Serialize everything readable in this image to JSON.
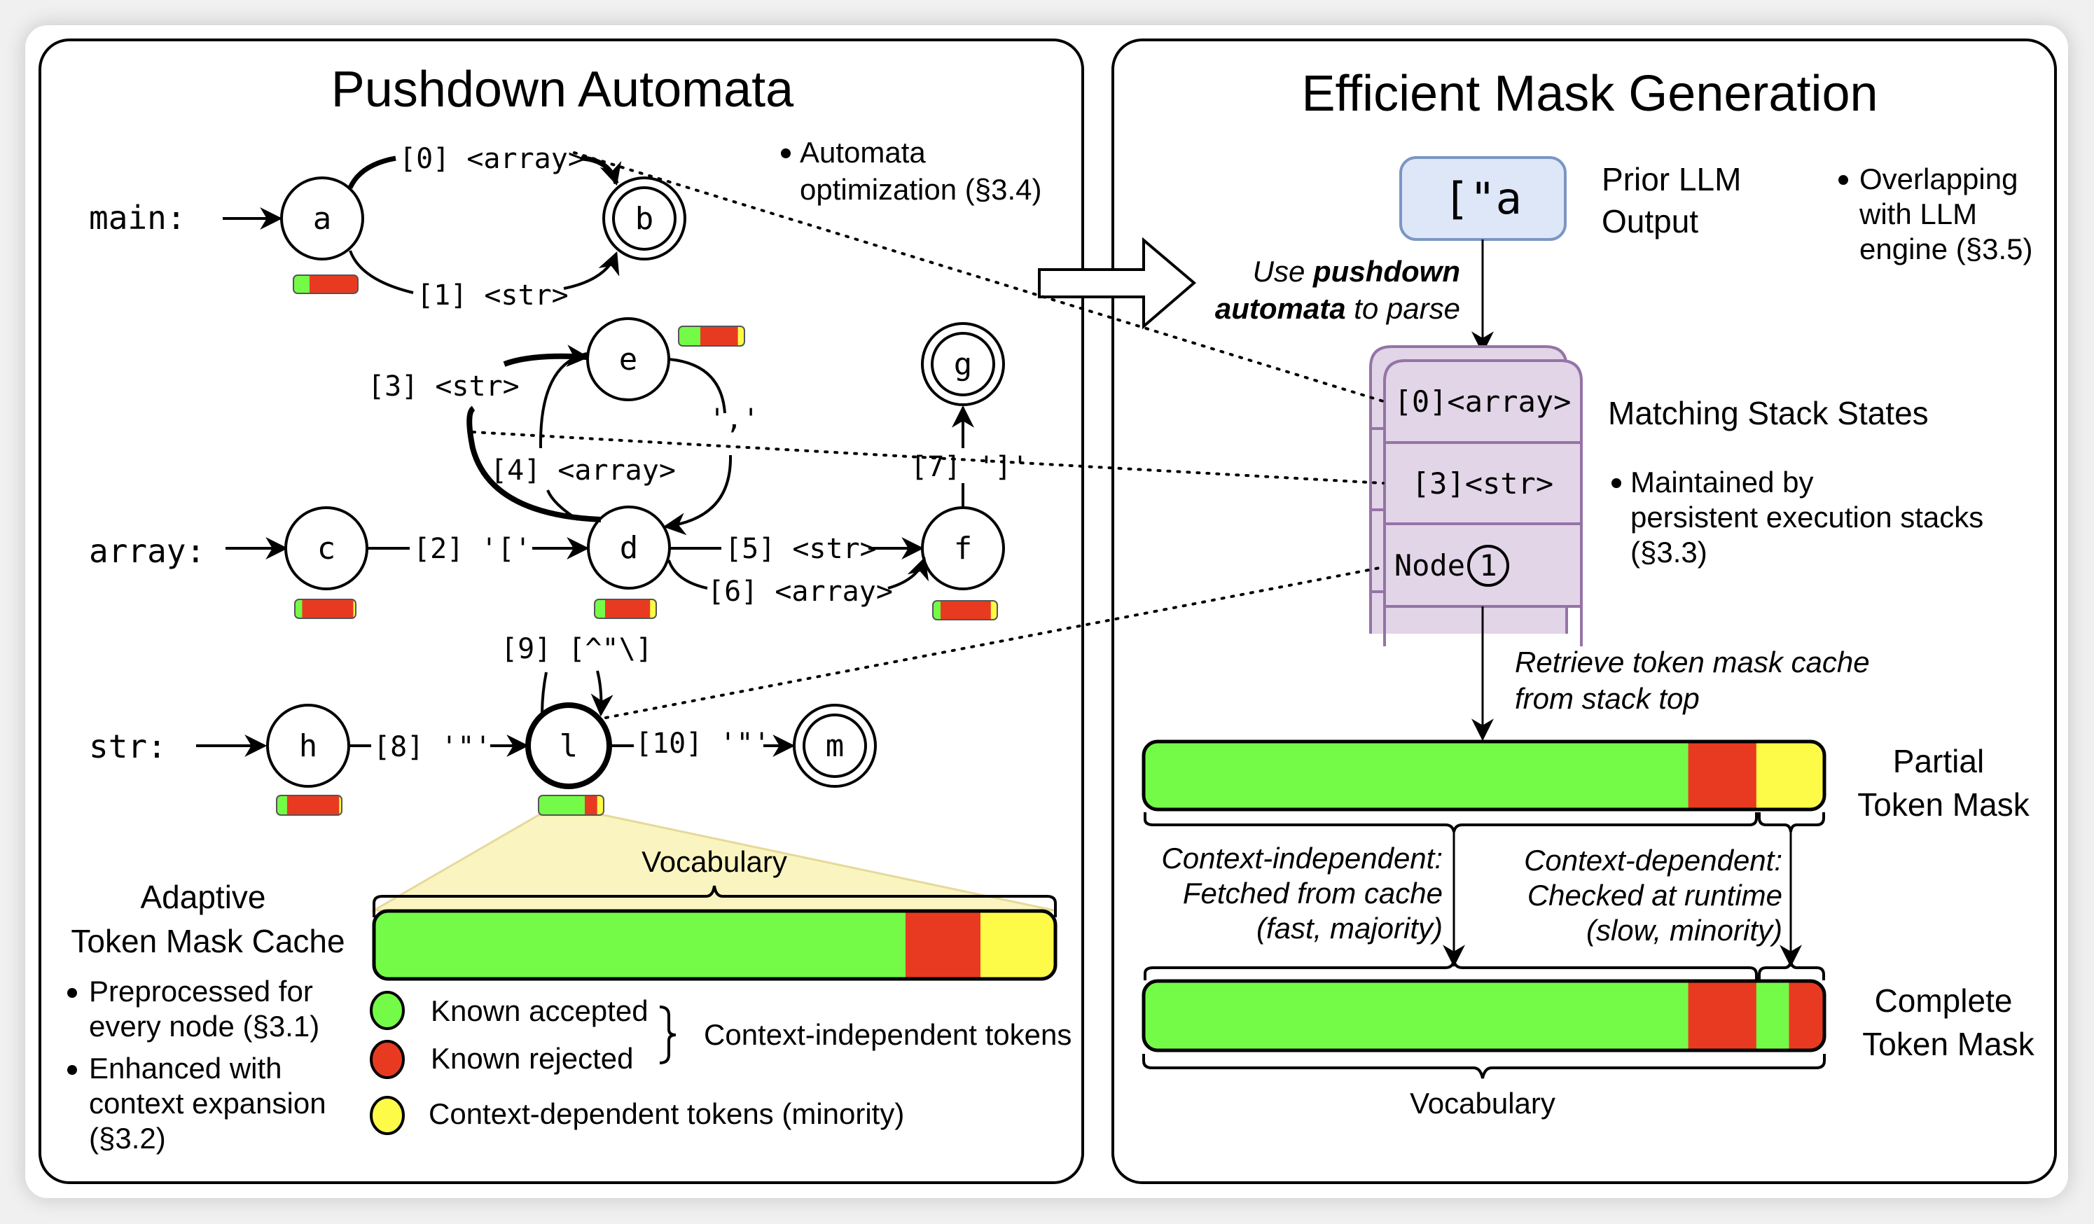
{
  "colors": {
    "accepted": "#74fb48",
    "rejected": "#e83a20",
    "context_dependent": "#fdfb48",
    "llm_box_fill": "#dde7f7",
    "llm_box_stroke": "#7b96c4",
    "stack_fill": "#e1d5e7",
    "stack_stroke": "#9673a6",
    "zoom_fill": "#faf5c0"
  },
  "left_panel": {
    "title": "Pushdown Automata",
    "note": [
      "Automata",
      "optimization (§3.4)"
    ],
    "automata": [
      {
        "name": "main:",
        "nodes": [
          {
            "id": "a",
            "final": false,
            "mask": [
              0.25,
              0.75,
              0
            ]
          },
          {
            "id": "b",
            "final": true,
            "mask": null
          }
        ],
        "edges": [
          {
            "label": "[0] <array>",
            "from": "a",
            "to": "b",
            "bold": true
          },
          {
            "label": "[1] <str>",
            "from": "a",
            "to": "b",
            "bold": false
          }
        ]
      },
      {
        "name": "array:",
        "nodes": [
          {
            "id": "c",
            "final": false,
            "mask": [
              0.12,
              0.84,
              0.04
            ]
          },
          {
            "id": "d",
            "final": false,
            "mask": [
              0.17,
              0.73,
              0.1
            ]
          },
          {
            "id": "e",
            "final": false,
            "mask": [
              0.33,
              0.57,
              0.1
            ]
          },
          {
            "id": "f",
            "final": false,
            "mask": [
              0.12,
              0.78,
              0.1
            ]
          },
          {
            "id": "g",
            "final": true,
            "mask": null
          }
        ],
        "edges": [
          {
            "label": "[2] '['",
            "from": "c",
            "to": "d",
            "bold": false
          },
          {
            "label": "[3] <str>",
            "from": "d",
            "to": "e",
            "bold": true
          },
          {
            "label": "[4] <array>",
            "from": "d",
            "to": "e",
            "bold": false
          },
          {
            "label": "','",
            "from": "e",
            "to": "d",
            "bold": false
          },
          {
            "label": "[5] <str>",
            "from": "d",
            "to": "f",
            "bold": false
          },
          {
            "label": "[6] <array>",
            "from": "d",
            "to": "f",
            "bold": false
          },
          {
            "label": "[7] ']'",
            "from": "f",
            "to": "g",
            "bold": false
          }
        ]
      },
      {
        "name": "str:",
        "nodes": [
          {
            "id": "h",
            "final": false,
            "mask": [
              0.16,
              0.8,
              0.04
            ]
          },
          {
            "id": "l",
            "final": false,
            "mask": [
              0.71,
              0.19,
              0.1
            ]
          },
          {
            "id": "m",
            "final": true,
            "mask": null
          }
        ],
        "edges": [
          {
            "label": "[8] '\"'",
            "from": "h",
            "to": "l",
            "bold": false
          },
          {
            "label": "[9] [^\"\\]",
            "from": "l",
            "to": "l",
            "bold": false
          },
          {
            "label": "[10] '\"'",
            "from": "l",
            "to": "m",
            "bold": false
          }
        ]
      }
    ],
    "cache": {
      "title": [
        "Adaptive",
        "Token Mask Cache"
      ],
      "bullets": [
        [
          "Preprocessed for",
          "every node (§3.1)"
        ],
        [
          "Enhanced with",
          "context expansion",
          "(§3.2)"
        ]
      ],
      "vocab_label": "Vocabulary",
      "mask": [
        0.78,
        0.11,
        0.11
      ]
    },
    "legend": {
      "accepted": "Known accepted",
      "rejected": "Known rejected",
      "group_label": "Context-independent tokens",
      "dependent": "Context-dependent tokens (minority)"
    }
  },
  "right_panel": {
    "title": "Efficient Mask Generation",
    "llm_output": "[\"a",
    "llm_label": [
      "Prior LLM",
      "Output"
    ],
    "llm_note": [
      "Overlapping",
      "with LLM",
      "engine (§3.5)"
    ],
    "parse_label": {
      "line1_a": "Use ",
      "line1_b": "pushdown",
      "line2_a": "automata",
      "line2_b": " to parse"
    },
    "stack": {
      "title": "Matching Stack States",
      "items": [
        "[0]<array>",
        "[3]<str>",
        "Node"
      ],
      "node_ref": "1",
      "note": [
        "Maintained by",
        "persistent execution stacks",
        "(§3.3)"
      ]
    },
    "retrieve_label": [
      "Retrieve token mask cache",
      "from stack top"
    ],
    "partial_mask": {
      "label": [
        "Partial",
        "Token Mask"
      ],
      "segments": [
        0.8,
        0.1,
        0.1
      ]
    },
    "independent_label": [
      "Context-independent:",
      "Fetched from cache",
      "(fast, majority)"
    ],
    "dependent_label": [
      "Context-dependent:",
      "Checked at runtime",
      "(slow, minority)"
    ],
    "complete_mask": {
      "label": [
        "Complete",
        "Token Mask"
      ],
      "segments": [
        0.8,
        0.1,
        0.048,
        0.052
      ]
    },
    "vocab_label": "Vocabulary"
  }
}
